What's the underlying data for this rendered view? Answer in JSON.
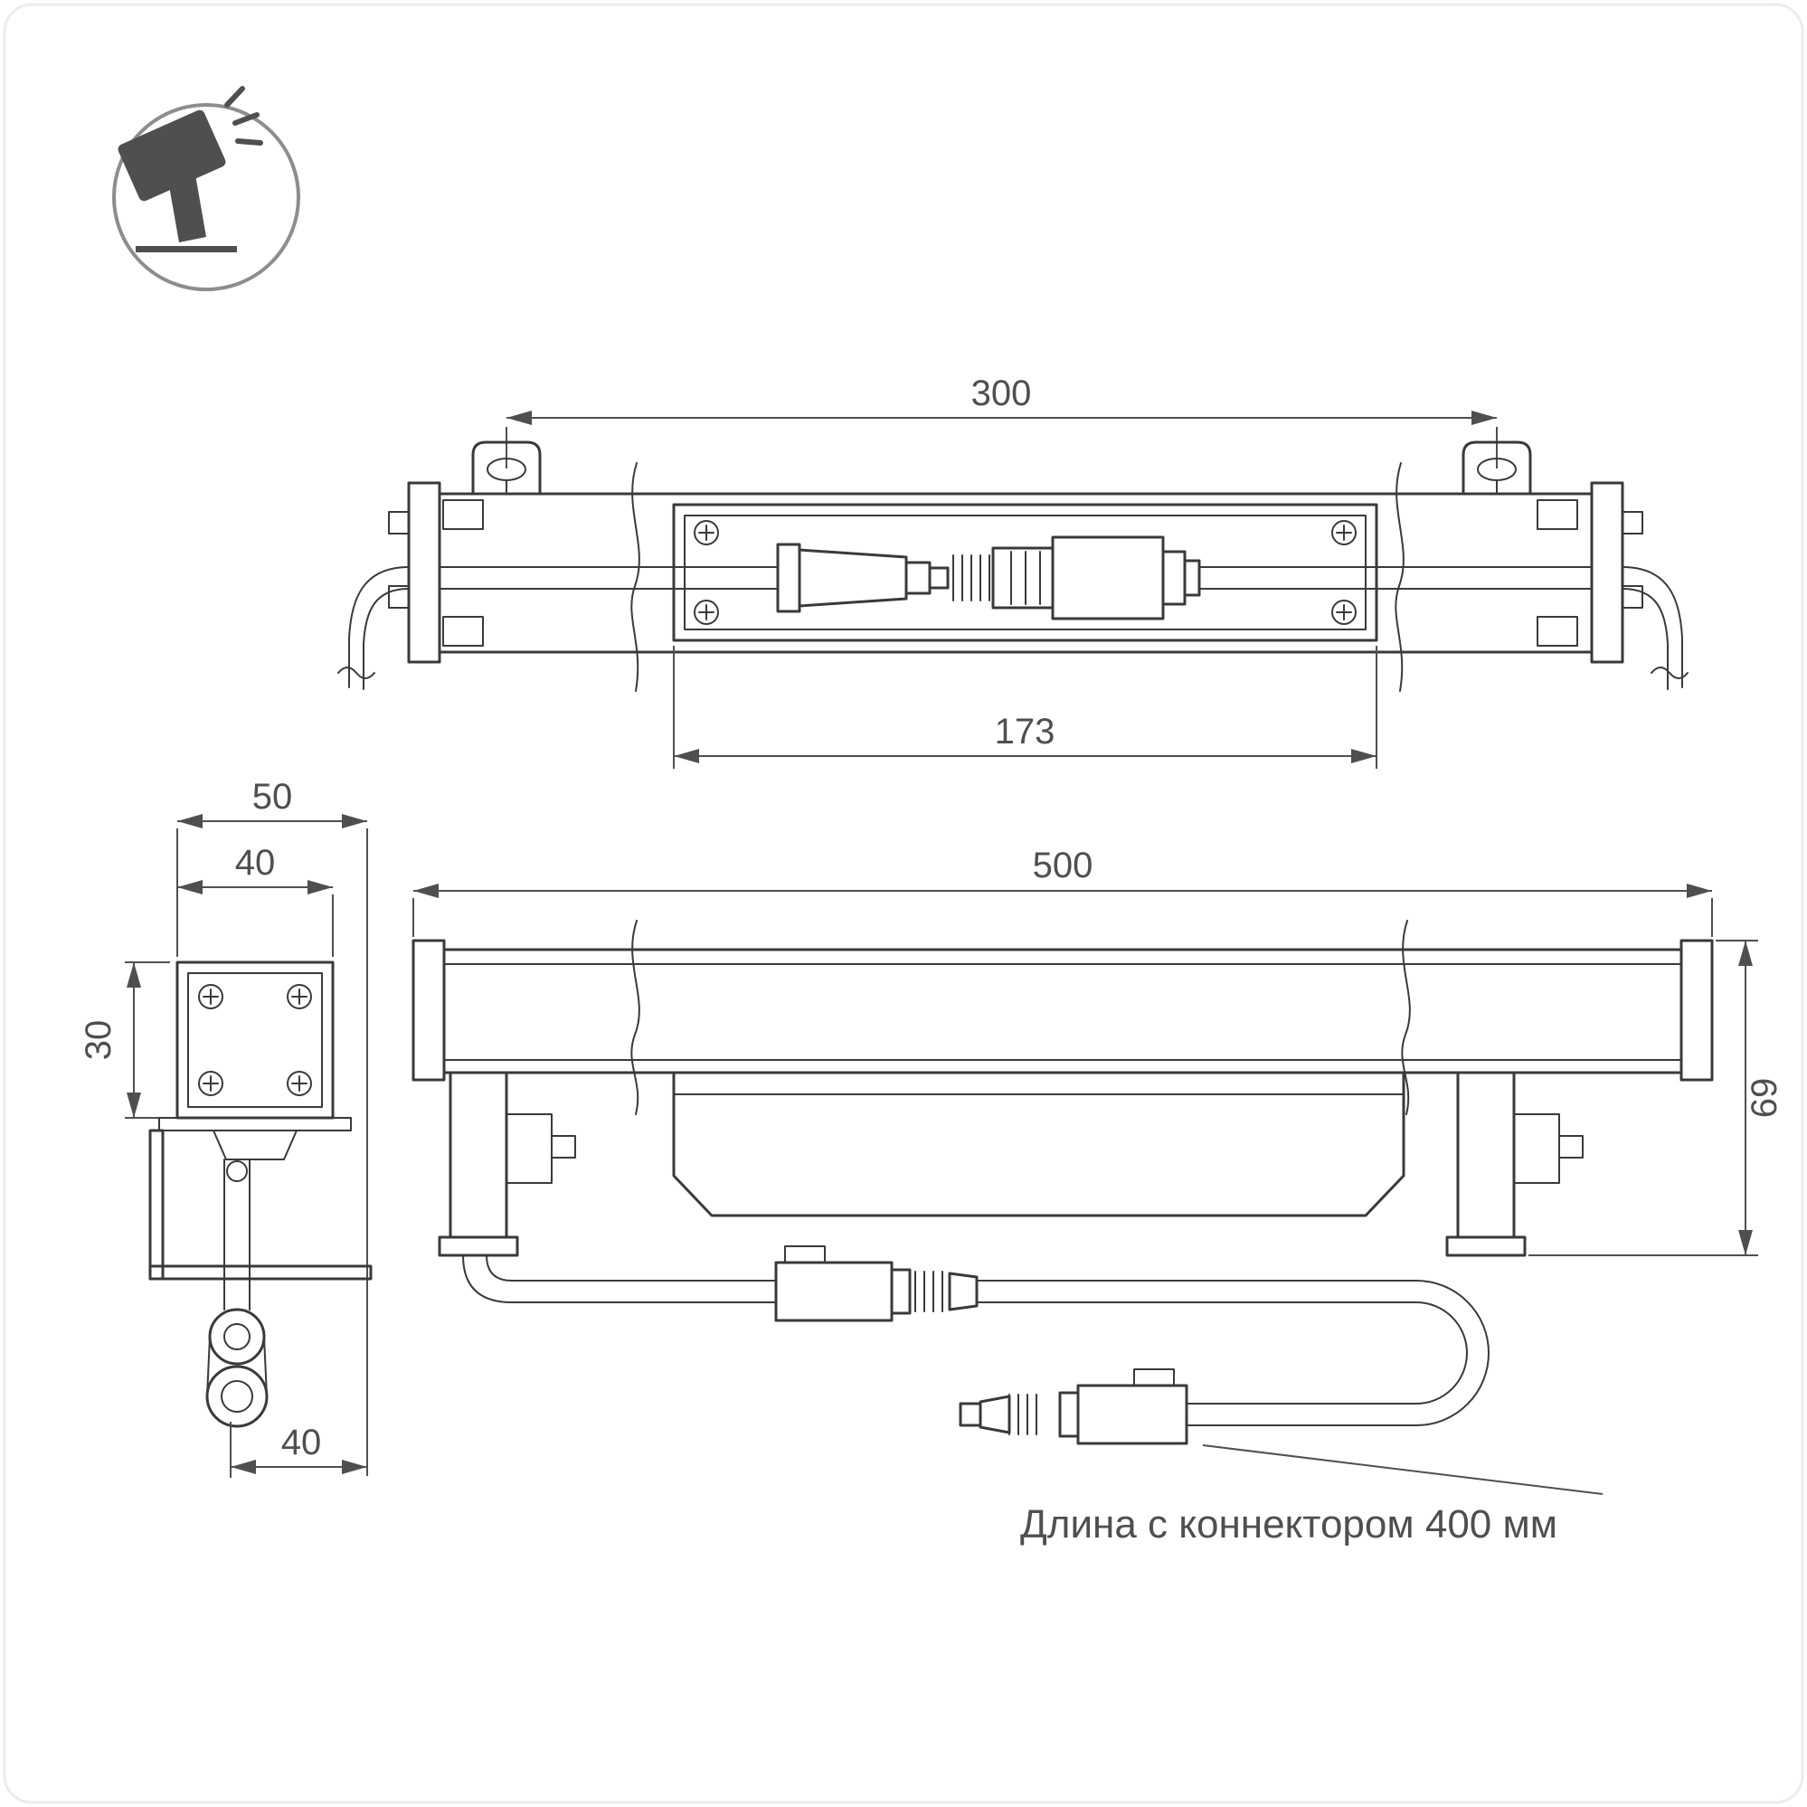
{
  "page": {
    "background": "#ffffff",
    "frame_color": "#ececec"
  },
  "colors": {
    "line": "#3a3a3a",
    "dim": "#4f4f4f",
    "icon": "#4f4f4f",
    "icon_ring": "#8d8d8d"
  },
  "icon": {
    "name": "floodlight-icon"
  },
  "views": {
    "top": {
      "dim_overall": "300",
      "dim_window": "173"
    },
    "side": {
      "dim_outer": "50",
      "dim_body_w": "40",
      "dim_body_h": "30",
      "dim_foot": "40"
    },
    "front": {
      "dim_length": "500",
      "dim_height": "69"
    }
  },
  "note": {
    "text": "Длина с коннектором 400 мм"
  }
}
